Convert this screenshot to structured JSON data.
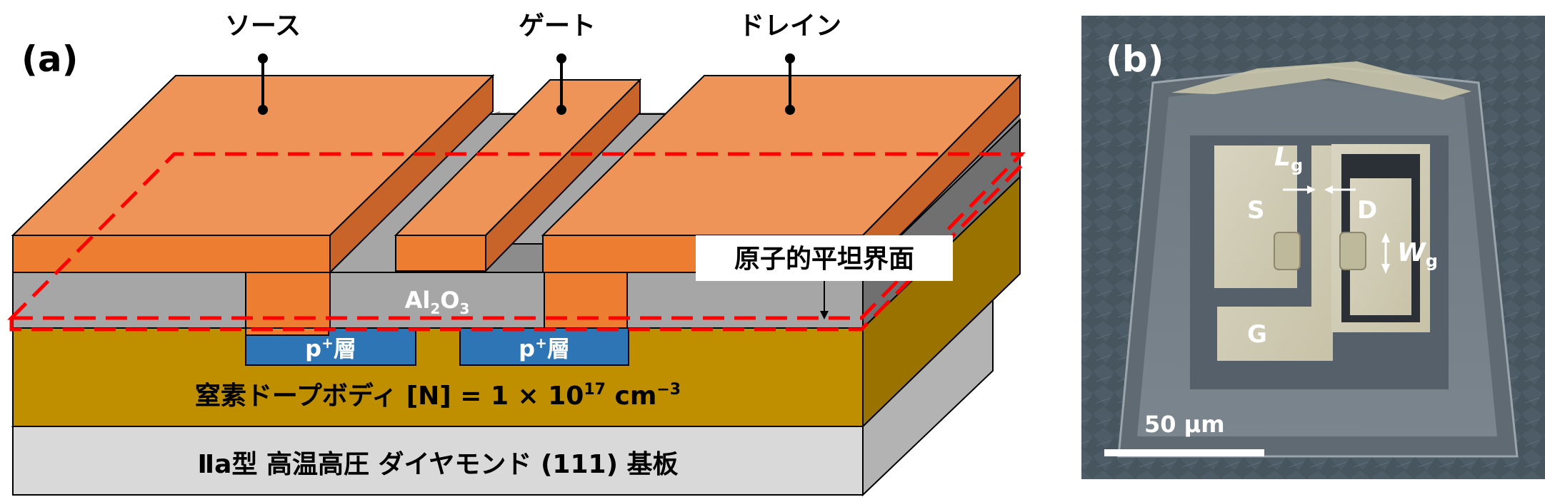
{
  "panel_a": {
    "label": "(a)",
    "terminals": {
      "source": "ソース",
      "gate": "ゲート",
      "drain": "ドレイン"
    },
    "oxide": {
      "main": "Al",
      "sub1": "2",
      "mid": "O",
      "sub2": "3"
    },
    "interface_label": "原子的平坦界面",
    "p_layer": {
      "main": "p",
      "sup": "+",
      "rest": "層"
    },
    "body_layer": {
      "text": "窒素ドープボディ  [N] = 1 × 10",
      "exp": "17",
      "unit": " cm",
      "unit_exp": "−3"
    },
    "substrate": "Ⅱa型 高温高圧 ダイヤモンド (111) 基板"
  },
  "panel_b": {
    "label": "(b)",
    "source_label": "S",
    "drain_label": "D",
    "gate_label": "G",
    "lg": {
      "main": "L",
      "sub": "g"
    },
    "wg": {
      "main": "W",
      "sub": "g"
    },
    "scale_bar": "50 μm"
  },
  "colors": {
    "orange_top": "#ef9458",
    "orange_side": "#c8632a",
    "orange_front": "#ed7d31",
    "oxide_front": "#a6a6a6",
    "oxide_top": "#8c8c8c",
    "oxide_side": "#707070",
    "body_front": "#bf8f00",
    "body_side": "#9a7200",
    "substrate_front": "#d9d9d9",
    "substrate_side": "#b3b3b3",
    "p_layer": "#2e75b6",
    "dashed": "#ff0000"
  }
}
